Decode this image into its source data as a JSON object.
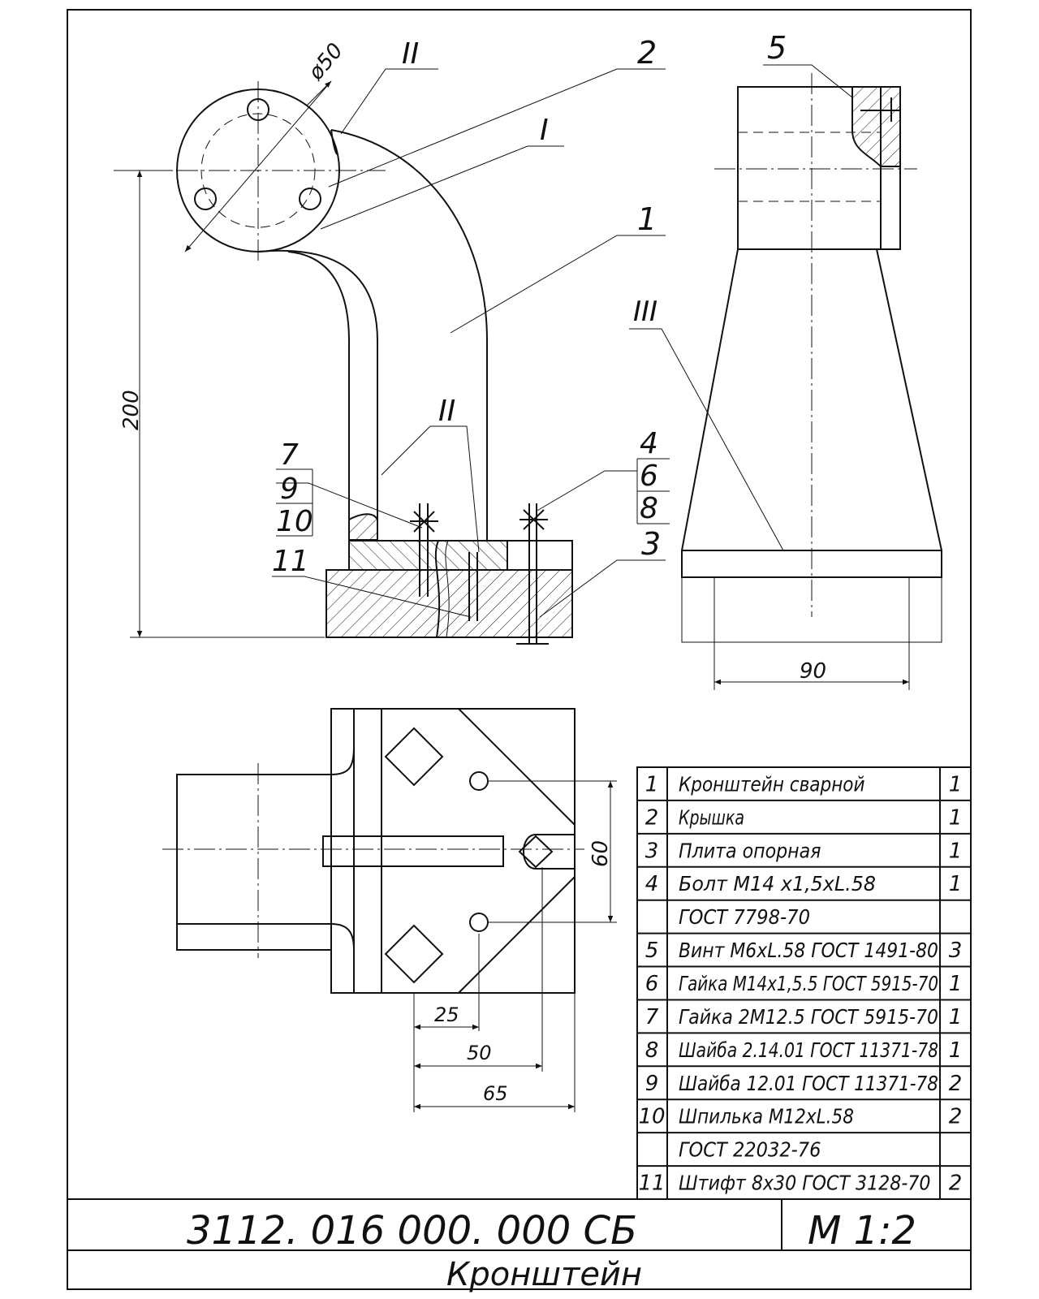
{
  "drawing": {
    "designation": "3112. 016 000. 000 СБ",
    "scale": "М 1:2",
    "title": "Кронштейн"
  },
  "leaders": {
    "n1": "1",
    "n2": "2",
    "n3": "3",
    "n4": "4",
    "n5": "5",
    "n6": "6",
    "n7": "7",
    "n8": "8",
    "n9": "9",
    "n10": "10",
    "n11": "11",
    "weld_I": "I",
    "weld_II_top": "II",
    "weld_II_mid": "II",
    "weld_III": "III"
  },
  "dimensions": {
    "dia": "ø50",
    "height": "200",
    "width_side": "90",
    "d25": "25",
    "d50": "50",
    "d65": "65",
    "d60": "60"
  },
  "parts_list": [
    {
      "pos": "1",
      "name": "Кронштейн сварной",
      "qty": "1"
    },
    {
      "pos": "2",
      "name": "Крышка",
      "qty": "1"
    },
    {
      "pos": "3",
      "name": "Плита опорная",
      "qty": "1"
    },
    {
      "pos": "4",
      "name": "Болт М14 х1,5хL.58",
      "qty": "1"
    },
    {
      "pos": "",
      "name": "ГОСТ 7798-70",
      "qty": ""
    },
    {
      "pos": "5",
      "name": "Винт М6хL.58 ГОСТ 1491-80",
      "qty": "3"
    },
    {
      "pos": "6",
      "name": "Гайка М14х1,5.5 ГОСТ 5915-70",
      "qty": "1"
    },
    {
      "pos": "7",
      "name": "Гайка 2М12.5 ГОСТ 5915-70",
      "qty": "1"
    },
    {
      "pos": "8",
      "name": "Шайба 2.14.01 ГОСТ 11371-78",
      "qty": "1"
    },
    {
      "pos": "9",
      "name": "Шайба 12.01 ГОСТ 11371-78",
      "qty": "2"
    },
    {
      "pos": "10",
      "name": "Шпилька М12хL.58",
      "qty": "2"
    },
    {
      "pos": "",
      "name": "ГОСТ 22032-76",
      "qty": ""
    },
    {
      "pos": "11",
      "name": "Штифт 8х30 ГОСТ 3128-70",
      "qty": "2"
    }
  ]
}
